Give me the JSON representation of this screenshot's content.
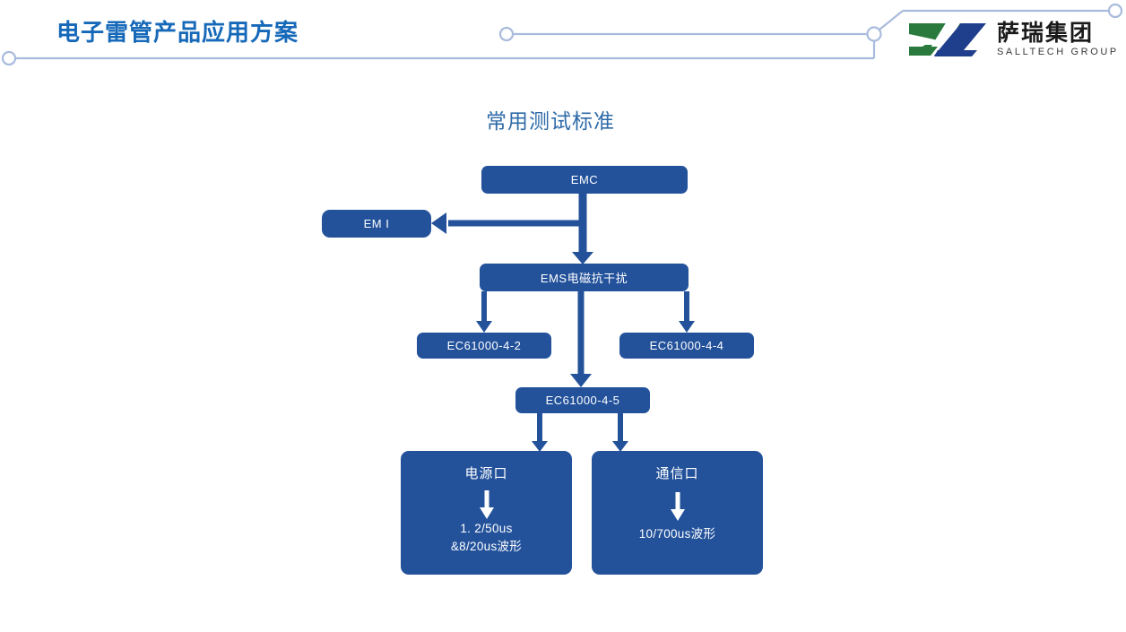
{
  "header": {
    "title": "电子雷管产品应用方案",
    "title_color": "#1668B8",
    "deco_line_color": "#A9BBDC",
    "logo": {
      "mark_name": "salltech-logo-mark",
      "mark_green": "#2B7A3D",
      "mark_blue": "#1F3E8C",
      "company_cn": "萨瑞集团",
      "company_en": "SALLTECH GROUP"
    }
  },
  "section": {
    "title": "常用测试标准",
    "title_color": "#2F6BA8"
  },
  "diagram": {
    "node_fill": "#23529B",
    "node_text_color": "#FFFFFF",
    "arrow_color": "#23529B",
    "nodes": [
      {
        "id": "emc",
        "label": "EMC"
      },
      {
        "id": "emi",
        "label": "EM I"
      },
      {
        "id": "ems",
        "label": "EMS电磁抗干扰"
      },
      {
        "id": "ec4_2",
        "label": "EC61000-4-2"
      },
      {
        "id": "ec4_4",
        "label": "EC61000-4-4"
      },
      {
        "id": "ec4_5",
        "label": "EC61000-4-5"
      }
    ],
    "leaf_nodes": [
      {
        "id": "power_port",
        "heading": "电源口",
        "line1": "1. 2/50us",
        "line2": "&8/20us波形"
      },
      {
        "id": "comm_port",
        "heading": "通信口",
        "line1": "10/700us波形",
        "line2": ""
      }
    ],
    "edges": [
      {
        "from": "emc",
        "to": "emi",
        "direction": "left"
      },
      {
        "from": "emc",
        "to": "ems",
        "direction": "down"
      },
      {
        "from": "ems",
        "to": "ec4_2",
        "direction": "down"
      },
      {
        "from": "ems",
        "to": "ec4_4",
        "direction": "down"
      },
      {
        "from": "ems",
        "to": "ec4_5",
        "direction": "down"
      },
      {
        "from": "ec4_5",
        "to": "power_port",
        "direction": "down"
      },
      {
        "from": "ec4_5",
        "to": "comm_port",
        "direction": "down"
      }
    ]
  }
}
